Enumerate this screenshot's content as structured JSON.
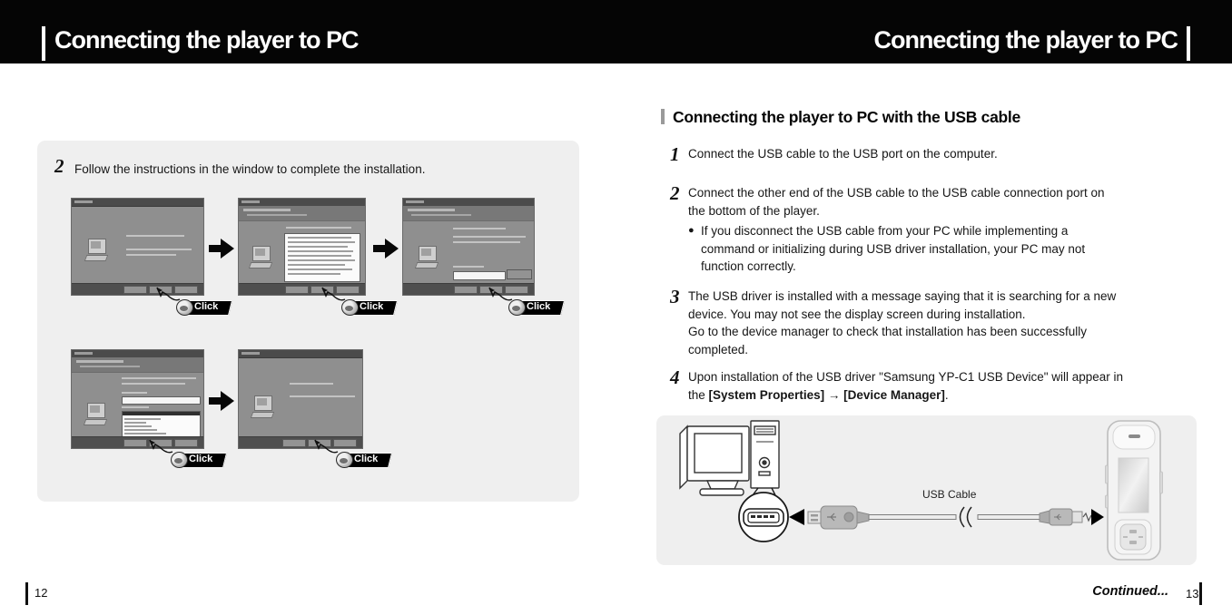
{
  "colors": {
    "header_bg": "#050505",
    "panel_gray": "#efefef",
    "text": "#111111"
  },
  "icons": {
    "flow_arrow": "right-black-arrow",
    "mouse_click": "mouse-ball",
    "bullet": "●"
  },
  "header": {
    "left_title": "Connecting the player to PC",
    "right_title": "Connecting the player to PC"
  },
  "left_page": {
    "step": {
      "number": "2",
      "text": "Follow the instructions in the window to complete the installation."
    },
    "click_label": "Click",
    "page_number": "12"
  },
  "right_page": {
    "section_title": "Connecting the player to PC with the USB cable",
    "steps": [
      {
        "number": "1",
        "lines": [
          "Connect the USB cable to the USB port on the computer."
        ]
      },
      {
        "number": "2",
        "lines": [
          "Connect the other end of the USB cable to the USB cable connection port on",
          "the bottom of the player."
        ],
        "bullet_marker": "●",
        "bullet_lines": [
          "If you disconnect the USB cable from your PC while implementing a",
          "command or initializing during USB driver installation, your PC may not",
          "function correctly."
        ]
      },
      {
        "number": "3",
        "lines": [
          "The USB driver is installed with a message saying that it is searching for a new",
          "device. You may not see the display screen during installation.",
          "Go to the device manager to check that installation has been successfully",
          "completed."
        ]
      },
      {
        "number": "4",
        "line1": "Upon installation of the USB driver \"Samsung YP-C1 USB Device\" will appear in",
        "line2_pre": "the ",
        "line2_bold1": "[System Properties]",
        "line2_mid": " → ",
        "line2_bold2": "[Device Manager]",
        "line2_end": "."
      }
    ],
    "diagram": {
      "cable_label": "USB Cable"
    },
    "continued_label": "Continued...",
    "page_number": "13"
  }
}
